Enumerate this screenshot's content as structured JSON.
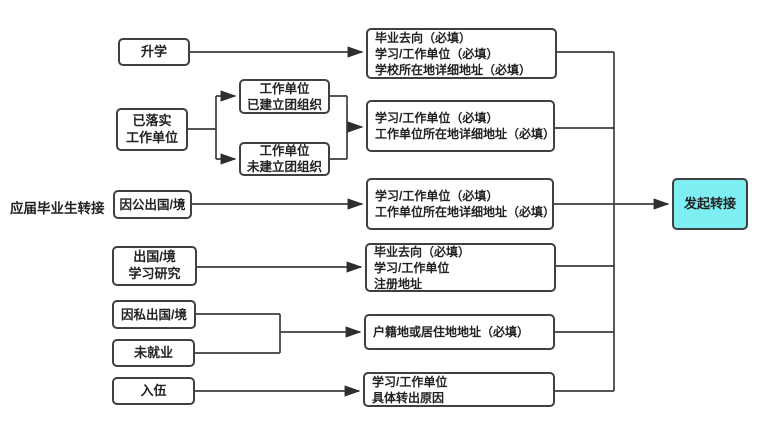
{
  "diagram": {
    "root_label": "应届毕业生转接",
    "colors": {
      "highlight_fill": "#7DEFF2",
      "line_color": "#3d3d3d",
      "box_border_color": "#404040",
      "text_color": "#222222"
    },
    "nodes": {
      "shengxue": {
        "lines": [
          "升学"
        ]
      },
      "yiluoshi": {
        "lines": [
          "已落实",
          "工作单位"
        ]
      },
      "yijianli": {
        "lines": [
          "工作单位",
          "已建立团组织"
        ]
      },
      "weijianli": {
        "lines": [
          "工作单位",
          "未建立团组织"
        ]
      },
      "yingong": {
        "lines": [
          "因公出国/境"
        ]
      },
      "chuguo": {
        "lines": [
          "出国/境",
          "学习研究"
        ]
      },
      "yinsi": {
        "lines": [
          "因私出国/境"
        ]
      },
      "weijiuye": {
        "lines": [
          "未就业"
        ]
      },
      "ruwu": {
        "lines": [
          "入伍"
        ]
      },
      "req1": {
        "lines": [
          "毕业去向（必填）",
          "学习/工作单位（必填）",
          "学校所在地详细地址（必填）"
        ]
      },
      "req2": {
        "lines": [
          "学习/工作单位（必填）",
          "工作单位所在地详细地址（必填）"
        ]
      },
      "req3": {
        "lines": [
          "学习/工作单位（必填）",
          "工作单位所在地详细地址（必填）"
        ]
      },
      "req4": {
        "lines": [
          "毕业去向（必填）",
          "学习/工作单位",
          "注册地址"
        ]
      },
      "req5": {
        "lines": [
          "户籍地或居住地地址（必填）"
        ]
      },
      "req6": {
        "lines": [
          "学习/工作单位",
          "具体转出原因"
        ]
      },
      "faqi": {
        "lines": [
          "发起转接"
        ]
      }
    }
  }
}
